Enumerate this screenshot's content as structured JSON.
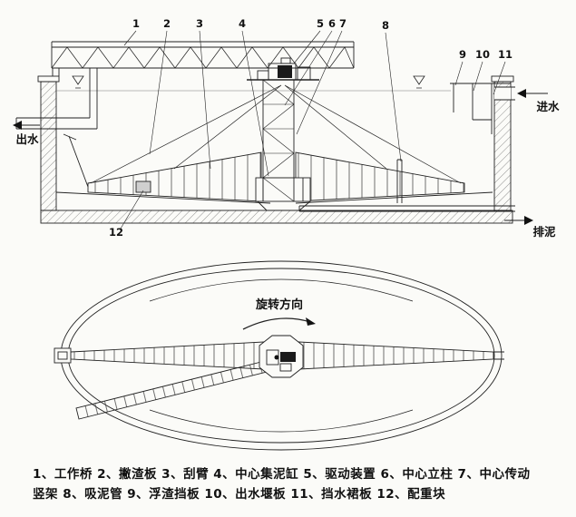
{
  "figure": {
    "section": {
      "callouts": [
        "1",
        "2",
        "3",
        "4",
        "5",
        "6",
        "7",
        "8",
        "9",
        "10",
        "11",
        "12"
      ],
      "outlet_label": "出水",
      "inlet_label": "进水",
      "sludge_label": "排泥"
    },
    "plan": {
      "rotation_label": "旋转方向"
    },
    "legend": {
      "line1": "1、工作桥 2、撇渣板 3、刮臂 4、中心集泥缸 5、驱动装置 6、中心立柱 7、中心传动",
      "line2": "竖架 8、吸泥管 9、浮渣挡板 10、出水堰板 11、挡水裙板 12、配重块"
    }
  }
}
